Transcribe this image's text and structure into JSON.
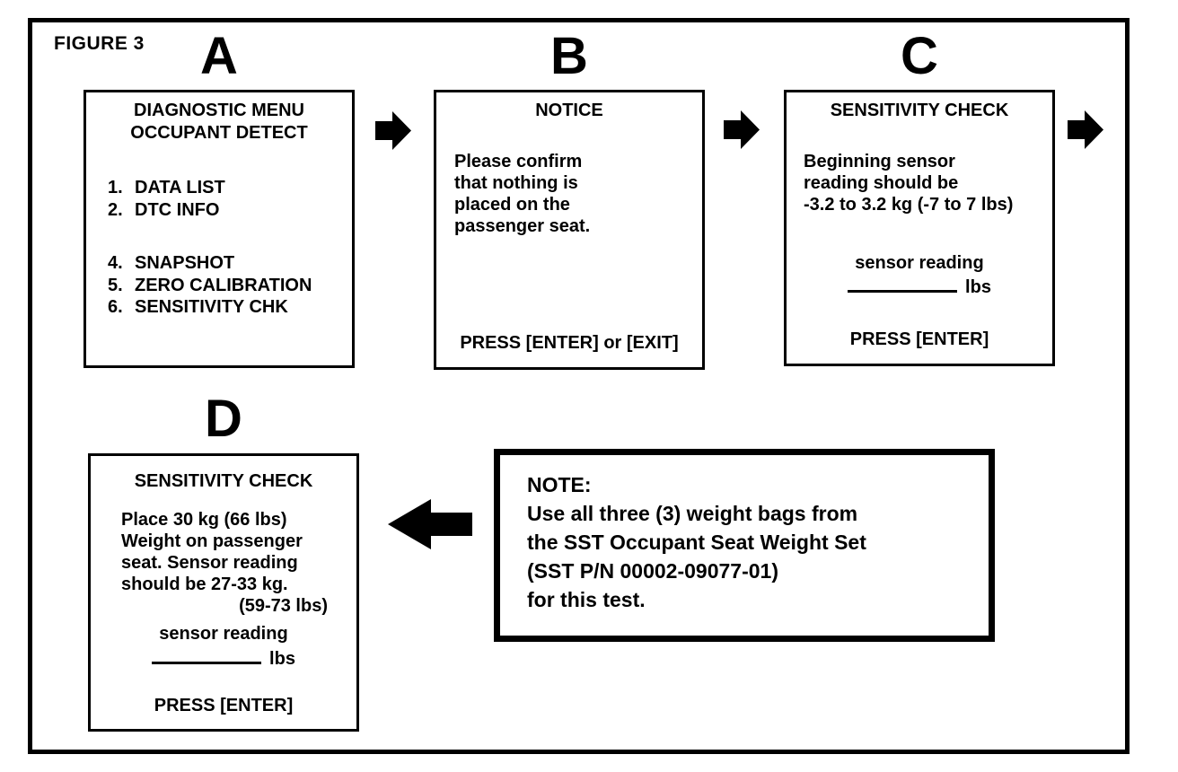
{
  "figure": {
    "label": "FIGURE 3"
  },
  "colors": {
    "ink": "#000000",
    "paper": "#ffffff"
  },
  "screens": {
    "a": {
      "letter": "A",
      "title_lines": [
        "DIAGNOSTIC MENU",
        "OCCUPANT DETECT"
      ],
      "menu_items": [
        {
          "num": "1.",
          "label": "DATA LIST"
        },
        {
          "num": "2.",
          "label": "DTC INFO"
        },
        {
          "num": "4.",
          "label": "SNAPSHOT"
        },
        {
          "num": "5.",
          "label": "ZERO CALIBRATION"
        },
        {
          "num": "6.",
          "label": "SENSITIVITY CHK"
        }
      ]
    },
    "b": {
      "letter": "B",
      "title": "NOTICE",
      "body_lines": [
        "Please confirm",
        "that nothing is",
        "placed on the",
        "passenger seat."
      ],
      "footer": "PRESS [ENTER] or [EXIT]"
    },
    "c": {
      "letter": "C",
      "title": "SENSITIVITY CHECK",
      "body_lines": [
        "Beginning sensor",
        "reading should be",
        "-3.2 to 3.2 kg (-7 to 7 lbs)"
      ],
      "reading_label": "sensor reading",
      "reading_unit": "lbs",
      "footer": "PRESS [ENTER]"
    },
    "d": {
      "letter": "D",
      "title": "SENSITIVITY CHECK",
      "body_lines": [
        "Place 30 kg (66 lbs)",
        "Weight on passenger",
        "seat. Sensor reading",
        "should be 27-33 kg."
      ],
      "body_line_right": "(59-73 lbs)",
      "reading_label": "sensor reading",
      "reading_unit": "lbs",
      "footer": "PRESS [ENTER]"
    }
  },
  "note": {
    "title": "NOTE:",
    "lines": [
      "Use all three (3) weight bags from",
      "the SST Occupant Seat Weight Set",
      "(SST P/N 00002-09077-01)",
      "for this test."
    ]
  }
}
